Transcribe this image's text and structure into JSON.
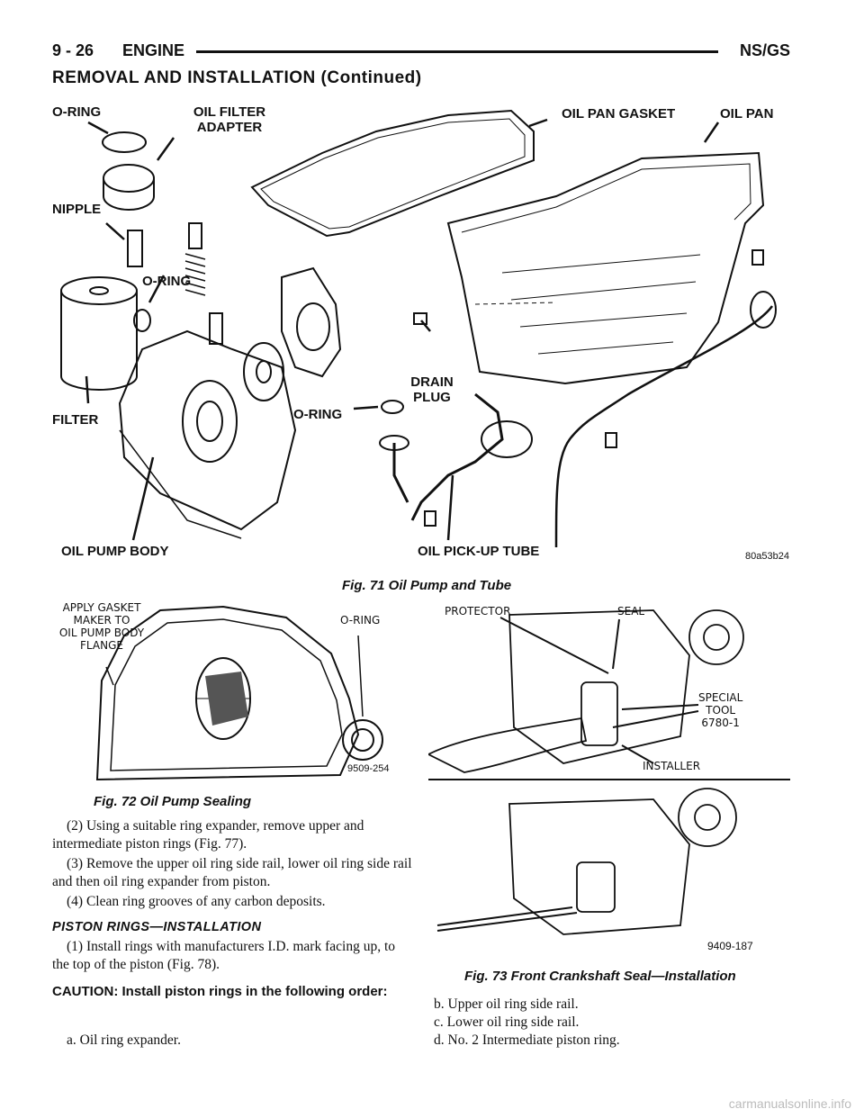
{
  "header": {
    "page_number": "9 - 26",
    "section": "ENGINE",
    "model_code": "NS/GS",
    "subtitle": "REMOVAL AND INSTALLATION (Continued)"
  },
  "figure71": {
    "labels": {
      "o_ring_top": "O-RING",
      "oil_filter_adapter": "OIL FILTER\nADAPTER",
      "oil_pan_gasket": "OIL PAN GASKET",
      "oil_pan": "OIL PAN",
      "nipple": "NIPPLE",
      "o_ring_mid": "O-RING",
      "drain_plug": "DRAIN\nPLUG",
      "filter": "FILTER",
      "o_ring_pickup": "O-RING",
      "oil_pump_body": "OIL PUMP BODY",
      "oil_pickup_tube": "OIL PICK-UP TUBE"
    },
    "code": "80a53b24",
    "caption": "Fig. 71 Oil Pump and Tube"
  },
  "figure72": {
    "label_gasket": "APPLY GASKET\nMAKER TO\nOIL PUMP BODY\nFLANGE",
    "label_oring": "O-RING",
    "code": "9509-254",
    "caption": "Fig. 72 Oil Pump Sealing"
  },
  "figure73": {
    "label_protector": "PROTECTOR",
    "label_seal": "SEAL",
    "label_special_tool": "SPECIAL\nTOOL\n6780-1",
    "label_installer": "INSTALLER",
    "code": "9409-187",
    "caption": "Fig. 73 Front Crankshaft Seal—Installation"
  },
  "body": {
    "para_2": "(2) Using a suitable ring expander, remove upper and intermediate piston rings (Fig. 77).",
    "para_3": "(3) Remove the upper oil ring side rail, lower oil ring side rail and then oil ring expander from piston.",
    "para_4": "(4) Clean ring grooves of any carbon deposits.",
    "heading": "PISTON RINGS—INSTALLATION",
    "install_1": "(1) Install rings with manufacturers I.D. mark facing up, to the top of the piston (Fig. 78).",
    "caution": "CAUTION: Install piston rings in the following order:",
    "step_a": "a. Oil ring expander.",
    "step_b": "b. Upper oil ring side rail.",
    "step_c": "c. Lower oil ring side rail.",
    "step_d": "d. No. 2 Intermediate piston ring."
  },
  "watermark": "carmanualsonline.info"
}
